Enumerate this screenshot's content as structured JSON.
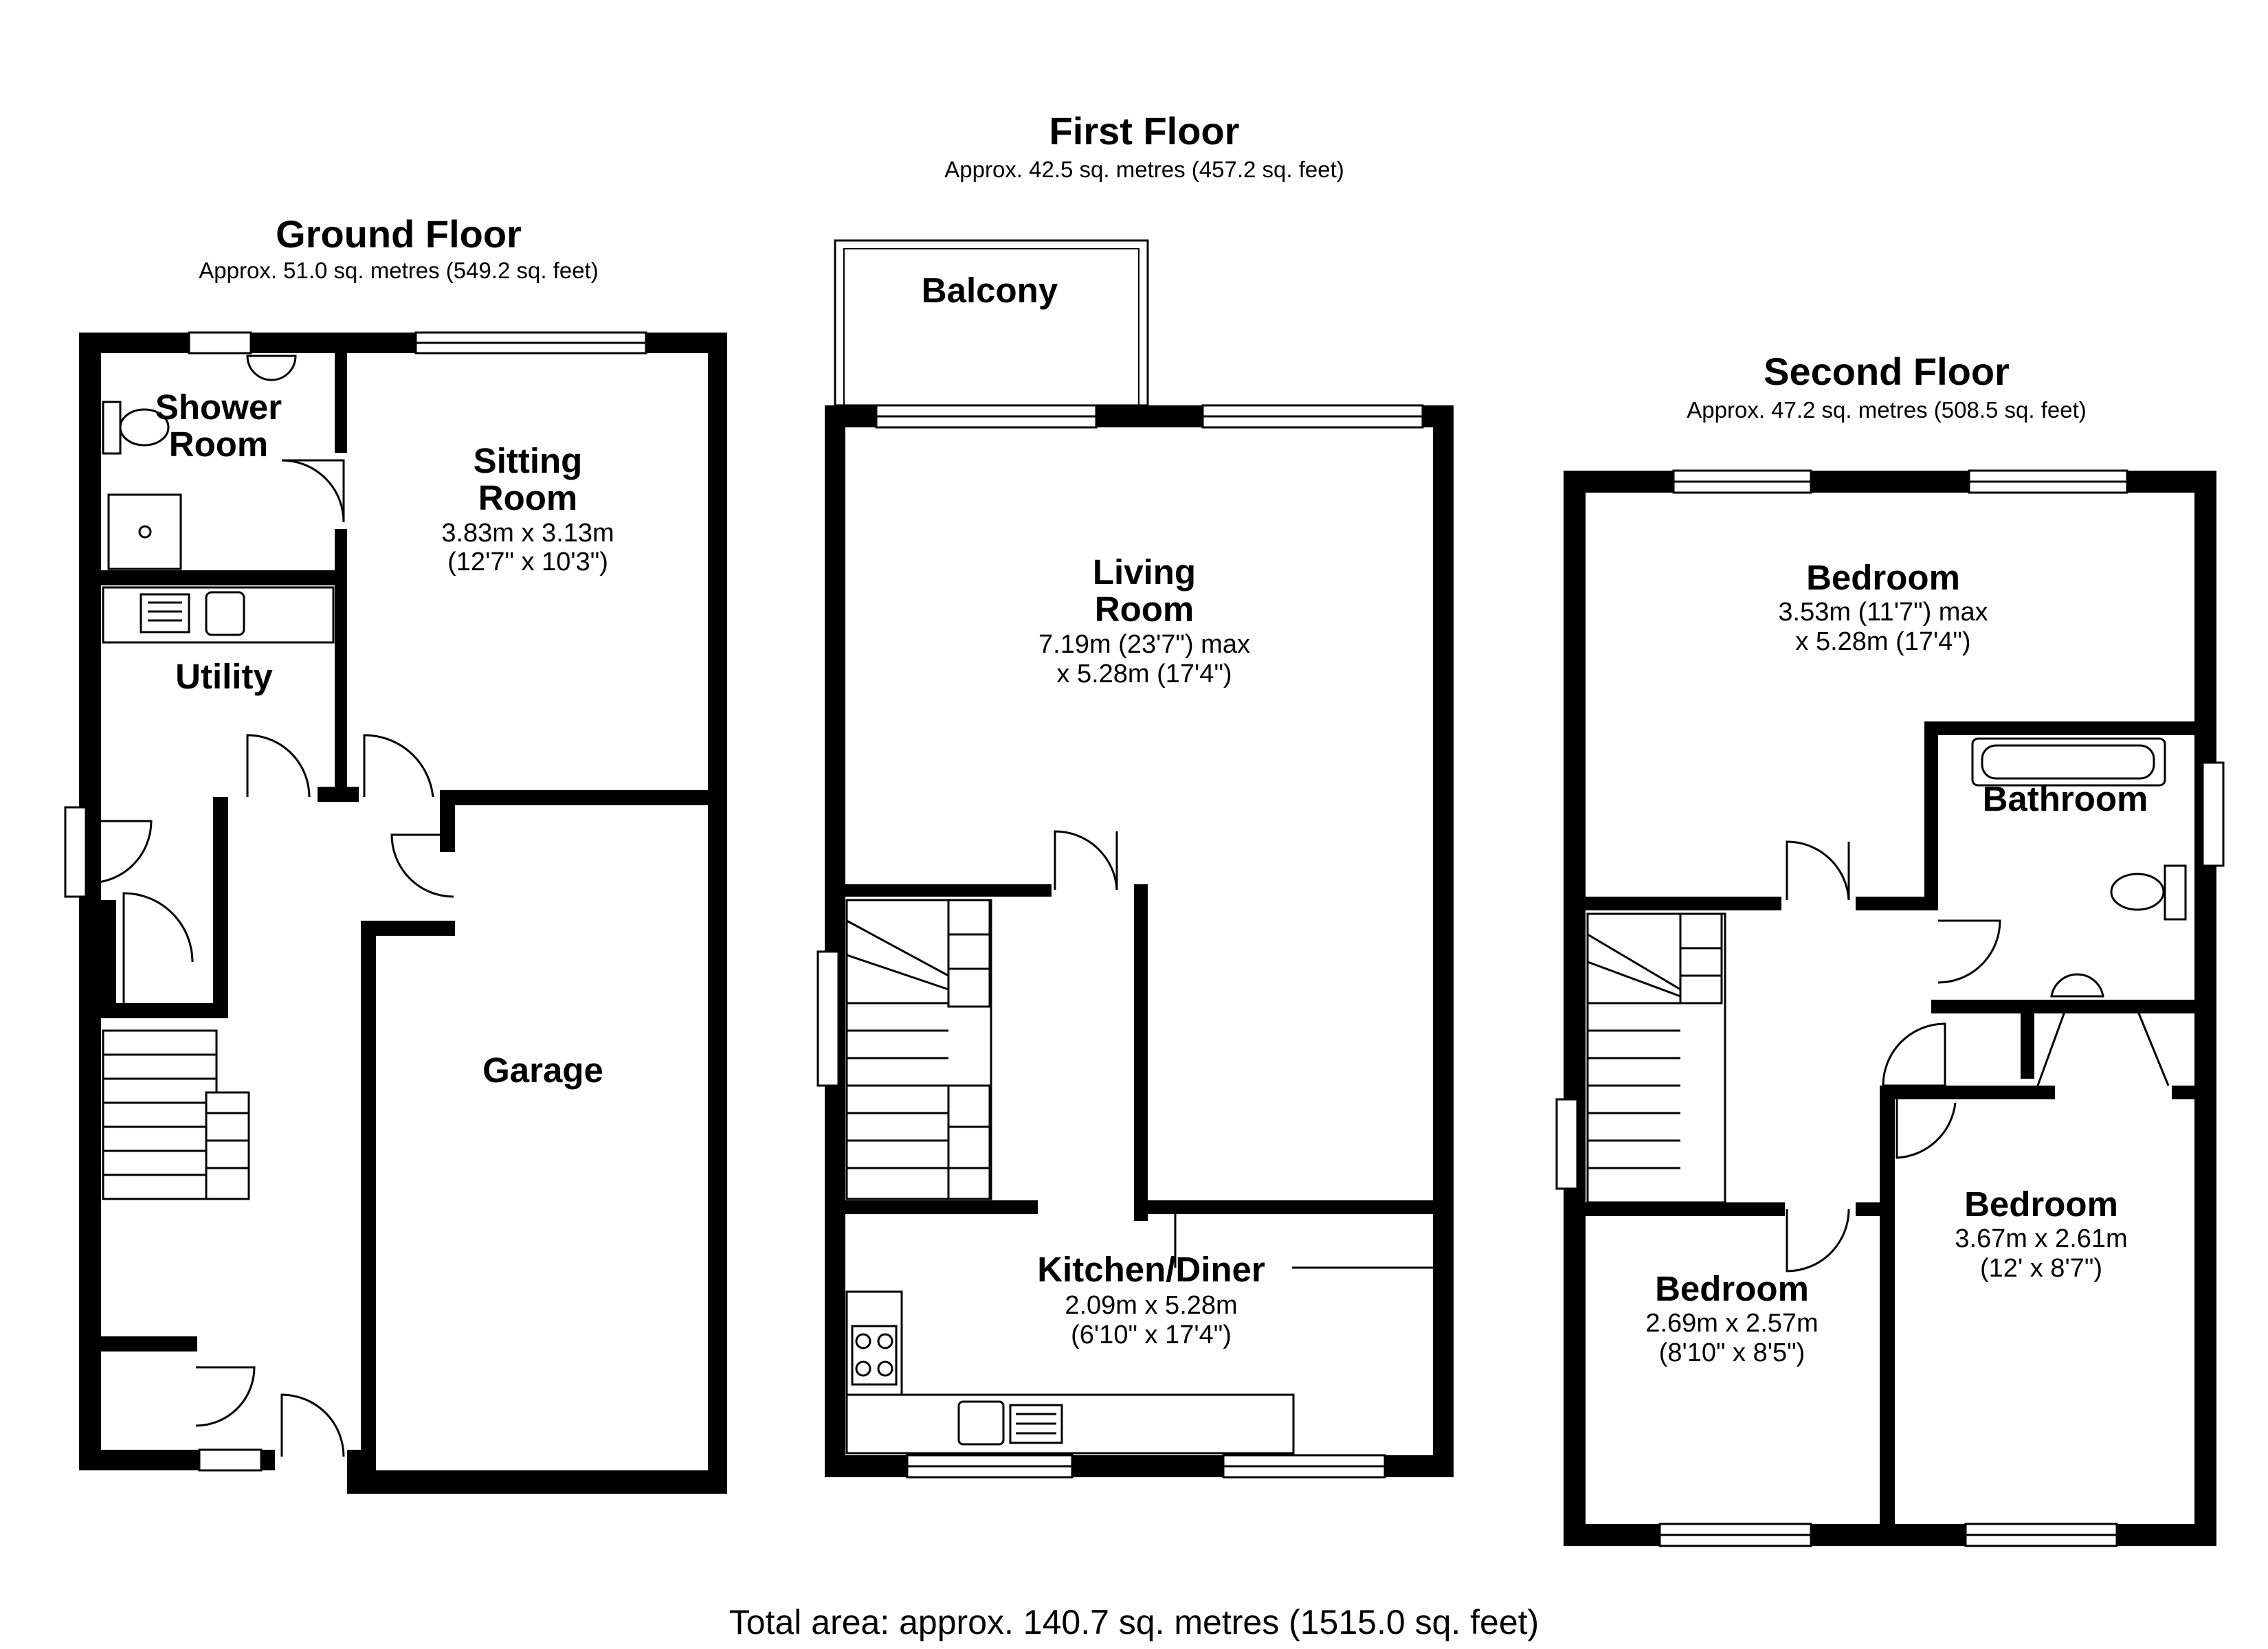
{
  "total_area": "Total area: approx. 140.7 sq. metres (1515.0 sq. feet)",
  "floors": {
    "ground": {
      "title": "Ground Floor",
      "area": "Approx. 51.0 sq. metres (549.2 sq. feet)",
      "rooms": {
        "shower_room": [
          "Shower",
          "Room"
        ],
        "sitting_room": [
          "Sitting",
          "Room"
        ],
        "sitting_room_dims": [
          "3.83m x 3.13m",
          "(12'7\" x 10'3\")"
        ],
        "utility": "Utility",
        "garage": "Garage"
      }
    },
    "first": {
      "title": "First Floor",
      "area": "Approx. 42.5 sq. metres (457.2 sq. feet)",
      "rooms": {
        "balcony": "Balcony",
        "living_room": [
          "Living",
          "Room"
        ],
        "living_room_dims": [
          "7.19m (23'7\") max",
          "x 5.28m (17'4\")"
        ],
        "kitchen": "Kitchen/Diner",
        "kitchen_dims": [
          "2.09m x 5.28m",
          "(6'10\" x 17'4\")"
        ]
      }
    },
    "second": {
      "title": "Second Floor",
      "area": "Approx. 47.2 sq. metres (508.5 sq. feet)",
      "rooms": {
        "bedroom_1": "Bedroom",
        "bedroom_1_dims": [
          "3.53m (11'7\") max",
          "x 5.28m (17'4\")"
        ],
        "bathroom": "Bathroom",
        "bedroom_2": "Bedroom",
        "bedroom_2_dims": [
          "3.67m x 2.61m",
          "(12' x 8'7\")"
        ],
        "bedroom_3": "Bedroom",
        "bedroom_3_dims": [
          "2.69m x 2.57m",
          "(8'10\" x 8'5\")"
        ]
      }
    }
  }
}
